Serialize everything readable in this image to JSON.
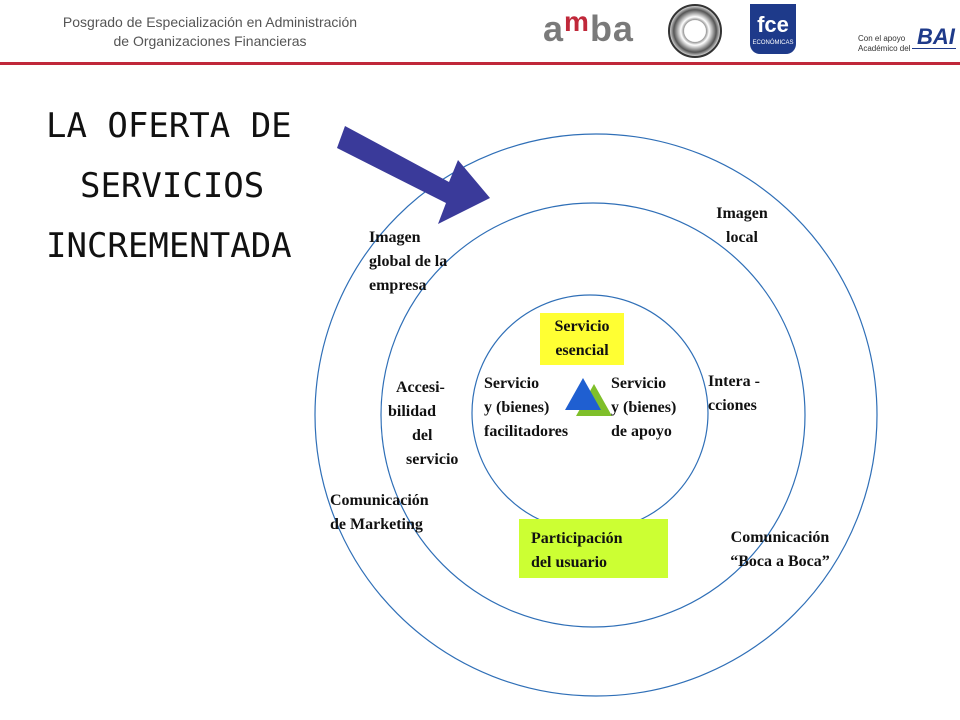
{
  "header": {
    "line1": "Posgrado de Especialización en Administración",
    "line2": "de Organizaciones Financieras",
    "logo_amba": {
      "a1": "a",
      "m": "m",
      "ba": "ba"
    },
    "logo_fce": {
      "main": "fce",
      "sub": "ECONÓMICAS"
    },
    "support_line1": "Con el apoyo",
    "support_line2": "Académico del",
    "logo_bai": "BAI"
  },
  "title": {
    "line1": "LA OFERTA DE",
    "line2": "SERVICIOS",
    "line3": "INCREMENTADA"
  },
  "diagram": {
    "core": {
      "line1": "Servicio",
      "line2": "esencial"
    },
    "left_inner": {
      "line1": "Servicio",
      "line2": "y (bienes)",
      "line3": "facilitadores"
    },
    "right_inner": {
      "line1": "Servicio",
      "line2": "y (bienes)",
      "line3": "de apoyo"
    },
    "participation": {
      "line1": "Participación",
      "line2": "del usuario"
    },
    "accessibility": {
      "line1": "Accesi-",
      "line2": "bilidad",
      "line3": "del",
      "line4": "servicio"
    },
    "interactions": {
      "line1": "Intera -",
      "line2": "cciones"
    },
    "global_image": {
      "line1": "Imagen",
      "line2": "global de la",
      "line3": "empresa"
    },
    "local_image": {
      "line1": "Imagen",
      "line2": "local"
    },
    "marketing": {
      "line1": "Comunicación",
      "line2": "de Marketing"
    },
    "word_of_mouth": {
      "line1": "Comunicación",
      "line2": "“Boca a Boca”"
    }
  },
  "colors": {
    "rule": "#c0283a",
    "circle_stroke": "#2f6fb7",
    "arrow": "#3a3a9a",
    "core_box": "#ffff33",
    "participation_box": "#ccff33",
    "triangle_blue": "#1f5fd1",
    "triangle_green": "#7fbf2a"
  }
}
